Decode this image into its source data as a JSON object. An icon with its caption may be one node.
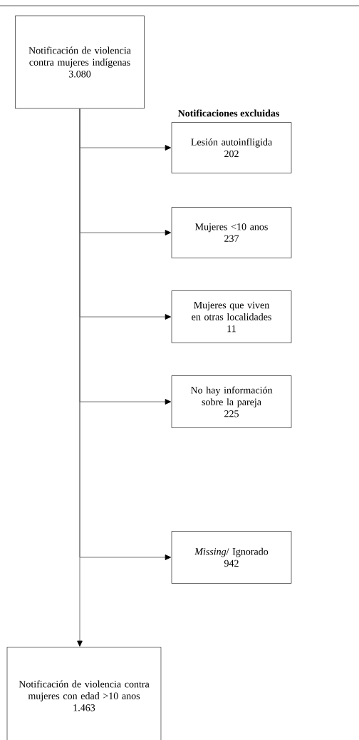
{
  "diagram": {
    "nodes": [
      {
        "text": [
          "Notificación de violencia contra mujeres indígenas",
          "3.080"
        ]
      },
      {
        "text": [
          "Lesión autoinfligida",
          "202"
        ]
      },
      {
        "text": [
          "Mujeres <10 anos",
          "237"
        ]
      },
      {
        "text": [
          "Mujeres que viven en otras localidades",
          "11"
        ]
      },
      {
        "text": [
          "No hay información sobre la pareja",
          "225"
        ]
      },
      {
        "text": [
          "*Missing*/ Ignorado",
          "942"
        ]
      },
      {
        "text": [
          "Notificación de violencia contra mujeres con edad >10 anos",
          "1.463"
        ]
      }
    ],
    "edges": [
      {
        "from": 0,
        "to": 1,
        "arrow": "to"
      },
      {
        "from": 0,
        "to": 2,
        "arrow": "to"
      },
      {
        "from": 0,
        "to": 3,
        "arrow": "to"
      },
      {
        "from": 0,
        "to": 4,
        "arrow": "to"
      },
      {
        "from": 0,
        "to": 5,
        "arrow": "to"
      },
      {
        "from": 0,
        "to": 6,
        "arrow": "to"
      }
    ],
    "labels": [
      "Notificaciones excluidas"
    ]
  }
}
